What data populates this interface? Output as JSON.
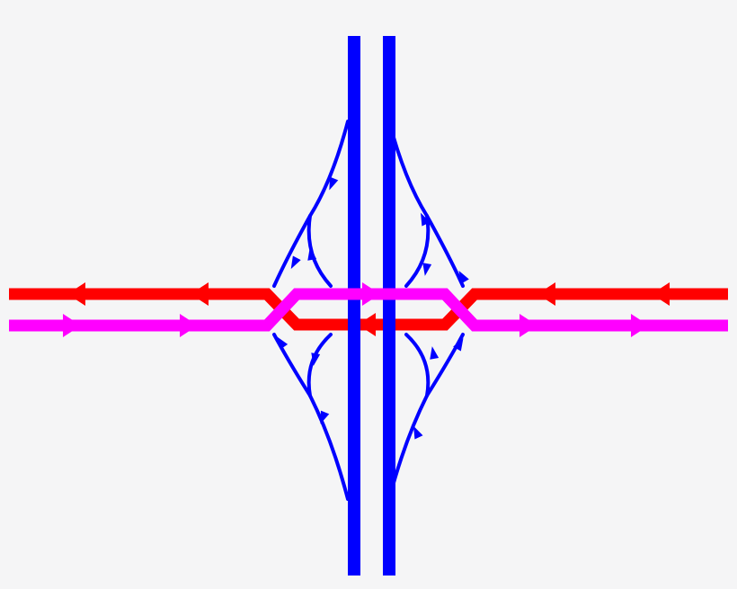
{
  "diagram": {
    "type": "diverging-diamond-interchange",
    "background": "#f5f5f6",
    "colors": {
      "mainline": "#0000ff",
      "ramps": "#0000ff",
      "westbound_crossroad": "#ff0000",
      "eastbound_crossroad": "#ff00ff"
    },
    "elements": [
      "mainline-southbound-carriageway",
      "mainline-northbound-carriageway",
      "westbound-crossroad",
      "eastbound-crossroad",
      "nw-exit-ramp",
      "nw-entrance-ramp",
      "ne-entrance-ramp",
      "ne-exit-ramp",
      "sw-entrance-ramp",
      "sw-exit-ramp",
      "se-exit-ramp",
      "se-entrance-ramp"
    ]
  }
}
